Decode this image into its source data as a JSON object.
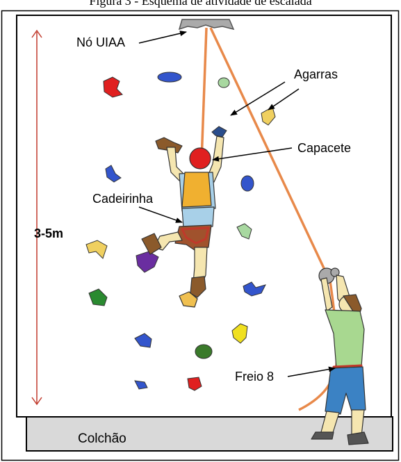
{
  "caption": "Figura 3 - Esquema de atividade de escalada",
  "labels": {
    "uiaa": "Nó UIAA",
    "agarras": "Agarras",
    "capacete": "Capacete",
    "cadeirinha": "Cadeirinha",
    "altura": "3-5m",
    "freio": "Freio 8",
    "colchao": "Colchão"
  },
  "colors": {
    "rope": "#e8894a",
    "arrow": "#c0392b",
    "helmet": "#e02020",
    "mat": "#d9d9d9"
  }
}
